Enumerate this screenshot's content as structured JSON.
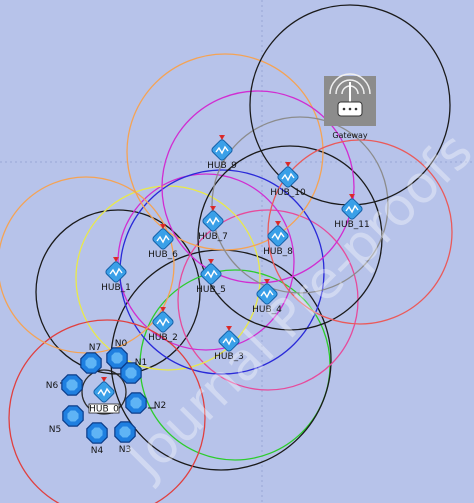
{
  "colors": {
    "canvas": "#b7c3ea",
    "hub_icon": "#3aa0e8",
    "node_fill": "#1f7fe0",
    "node_stroke": "#0b3c8a",
    "gateway_bg": "#8c8c8c"
  },
  "gateway": {
    "label": "Gateway",
    "icon": "router-antenna-icon"
  },
  "hubs": [
    {
      "id": "hub-0",
      "label": "HUB_0",
      "range_color": "#2c2c2c"
    },
    {
      "id": "hub-1",
      "label": "HUB_1",
      "range_color": "#1a1a1a"
    },
    {
      "id": "hub-2",
      "label": "HUB_2",
      "range_color": "#2ccd2c"
    },
    {
      "id": "hub-3",
      "label": "HUB_3",
      "range_color": "#1a1a1a"
    },
    {
      "id": "hub-4",
      "label": "HUB_4",
      "range_color": "#e64b9b"
    },
    {
      "id": "hub-5",
      "label": "HUB_5",
      "range_color": "#d12dd1"
    },
    {
      "id": "hub-6",
      "label": "HUB_6",
      "range_color": "#e9e94a"
    },
    {
      "id": "hub-7",
      "label": "HUB_7",
      "range_color": "#2a2ad8"
    },
    {
      "id": "hub-8",
      "label": "HUB_8",
      "range_color": "#1a1a1a"
    },
    {
      "id": "hub-9",
      "label": "HUB_9",
      "range_color": "#f5a354"
    },
    {
      "id": "hub-10",
      "label": "HUB_10",
      "range_color": "#d12dd1"
    },
    {
      "id": "hub-11",
      "label": "HUB_11",
      "range_color": "#ea5a5a"
    }
  ],
  "extra_ranges": [
    {
      "id": "range-n-cluster",
      "color": "#e04040"
    },
    {
      "id": "range-hub1-outer",
      "color": "#f5a354"
    },
    {
      "id": "range-hub9-outer",
      "color": "#8c8c8c"
    },
    {
      "id": "range-gateway",
      "color": "#1a1a1a"
    }
  ],
  "nodes": [
    {
      "id": "n0",
      "label": "N0"
    },
    {
      "id": "n1",
      "label": "N1"
    },
    {
      "id": "n2",
      "label": "N2"
    },
    {
      "id": "n3",
      "label": "N3"
    },
    {
      "id": "n4",
      "label": "N4"
    },
    {
      "id": "n5",
      "label": "N5"
    },
    {
      "id": "n6",
      "label": "N6"
    },
    {
      "id": "n7",
      "label": "N7"
    }
  ],
  "watermark": "Journal Pre-proofs"
}
